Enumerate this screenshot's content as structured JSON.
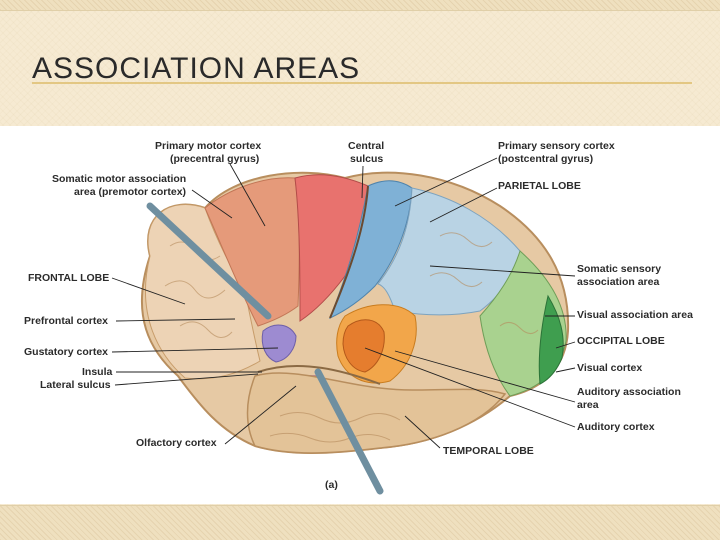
{
  "slide": {
    "title": "ASSOCIATION AREAS"
  },
  "figure": {
    "panel_letter": "(a)",
    "labels": {
      "primary_motor_1": "Primary motor cortex",
      "primary_motor_2": "(precentral gyrus)",
      "somatic_motor_1": "Somatic motor association",
      "somatic_motor_2": "area (premotor cortex)",
      "central_1": "Central",
      "central_2": "sulcus",
      "primary_sensory_1": "Primary sensory cortex",
      "primary_sensory_2": "(postcentral gyrus)",
      "parietal": "PARIETAL LOBE",
      "frontal": "FRONTAL LOBE",
      "prefrontal": "Prefrontal cortex",
      "gustatory": "Gustatory cortex",
      "insula": "Insula",
      "lateral_sulcus": "Lateral sulcus",
      "olfactory": "Olfactory cortex",
      "temporal": "TEMPORAL LOBE",
      "somatic_sensory_1": "Somatic sensory",
      "somatic_sensory_2": "association area",
      "visual_assoc": "Visual association area",
      "occipital": "OCCIPITAL LOBE",
      "visual_cortex": "Visual cortex",
      "auditory_assoc_1": "Auditory association",
      "auditory_assoc_2": "area",
      "auditory_cortex": "Auditory cortex"
    },
    "colors": {
      "motor": "#e8726e",
      "premotor": "#e59a7a",
      "sensory": "#7fb1d6",
      "sensory_assoc": "#b9d3e4",
      "visual_assoc": "#a9d28f",
      "visual": "#3f9e4f",
      "auditory": "#e57d2e",
      "auditory_assoc": "#f2a64a",
      "gustatory": "#9d8bd1",
      "olfactory": "#d98fb5",
      "base": "#e6c9a4",
      "prefrontal": "#edd3b5"
    }
  }
}
